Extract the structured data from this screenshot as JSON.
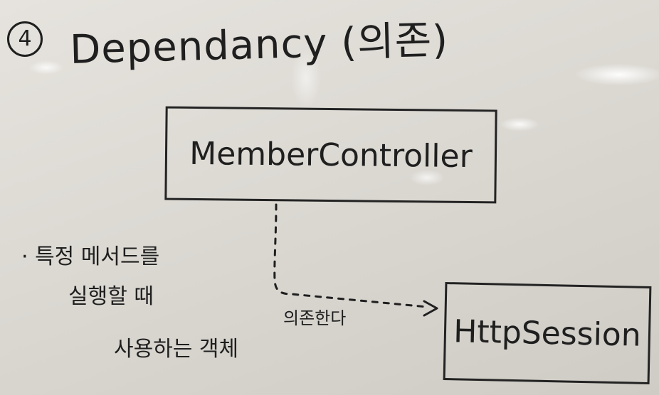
{
  "heading": {
    "number": "4",
    "text": "Dependancy (의존)"
  },
  "nodes": {
    "member_controller": "MemberController",
    "http_session": "HttpSession"
  },
  "arrow": {
    "label": "의존한다"
  },
  "note": {
    "line1": "· 특정 메서드를",
    "line2": "실행할 때",
    "line3": "사용하는 객체"
  },
  "colors": {
    "ink": "#1f1f1f",
    "board": "#dcd9d3"
  }
}
